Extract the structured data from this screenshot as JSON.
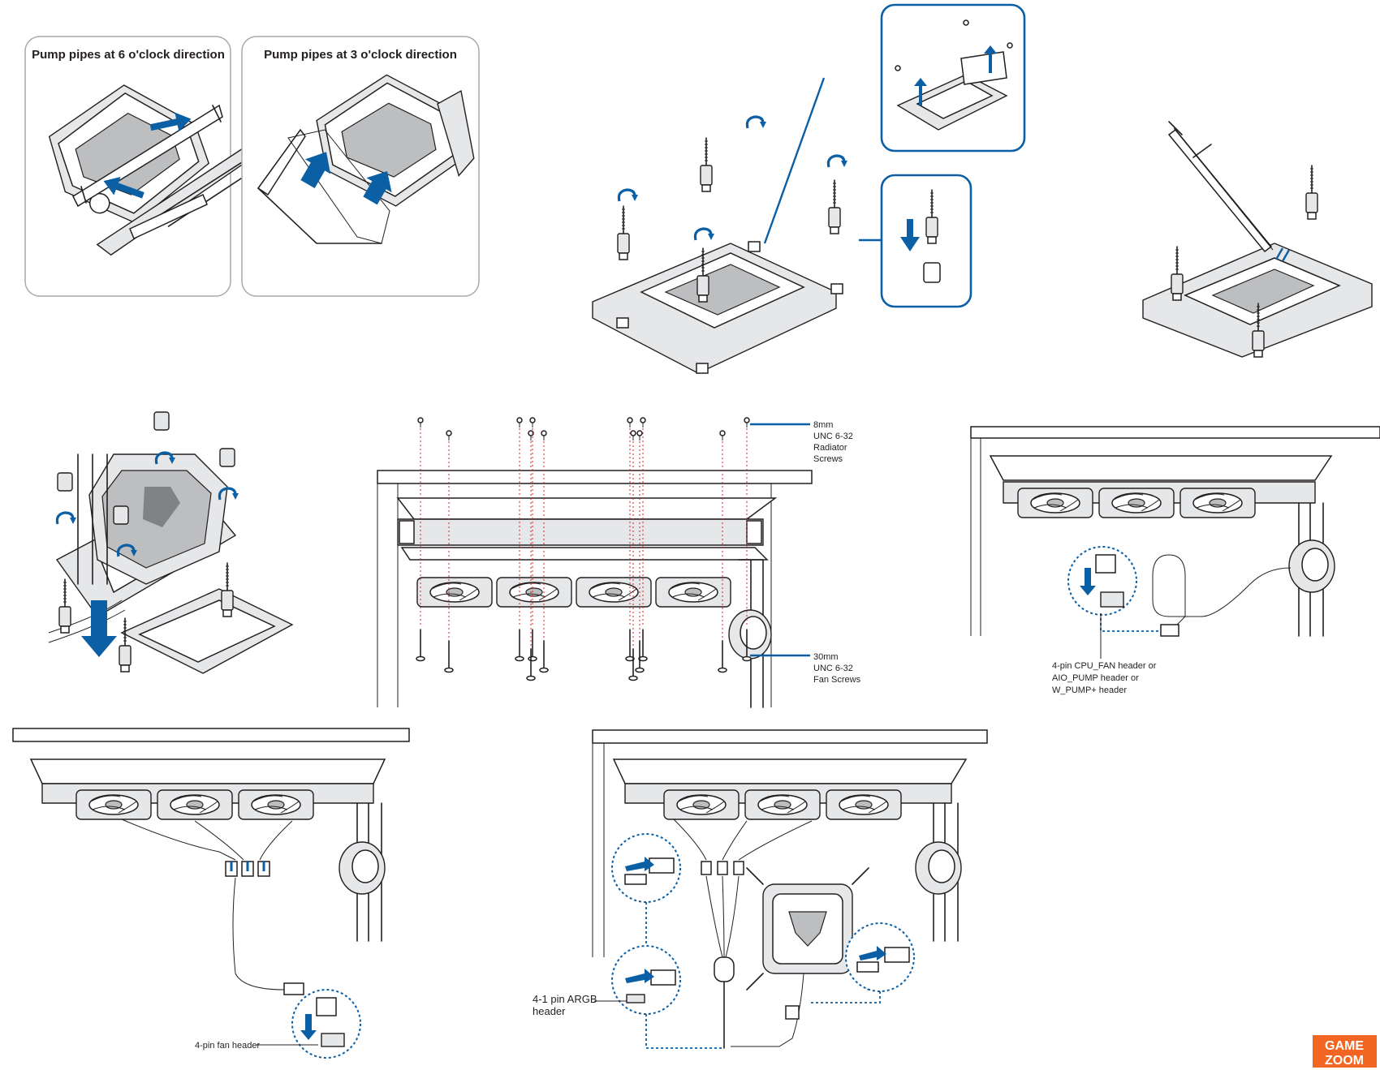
{
  "panels": {
    "pipes_6": {
      "title": "Pump pipes at 6 o'clock direction"
    },
    "pipes_3": {
      "title": "Pump pipes at 3 o'clock direction"
    }
  },
  "radiator": {
    "screws_8mm": [
      "8mm",
      "UNC 6-32",
      "Radiator",
      "Screws"
    ],
    "screws_30mm": [
      "30mm",
      "UNC 6-32",
      "Fan Screws"
    ]
  },
  "headers": {
    "pump": [
      "4-pin CPU_FAN header or",
      "AIO_PUMP header or",
      "W_PUMP+ header"
    ],
    "fan": "4-pin fan header",
    "argb": [
      "4-1 pin ARGB",
      "header"
    ]
  },
  "watermark": {
    "line1": "GAME",
    "line2": "ZOOM",
    "color": "#f26522"
  },
  "colors": {
    "accent": "#0b5fa5",
    "ink": "#231f20",
    "panel_border": "#a7a9ac"
  }
}
